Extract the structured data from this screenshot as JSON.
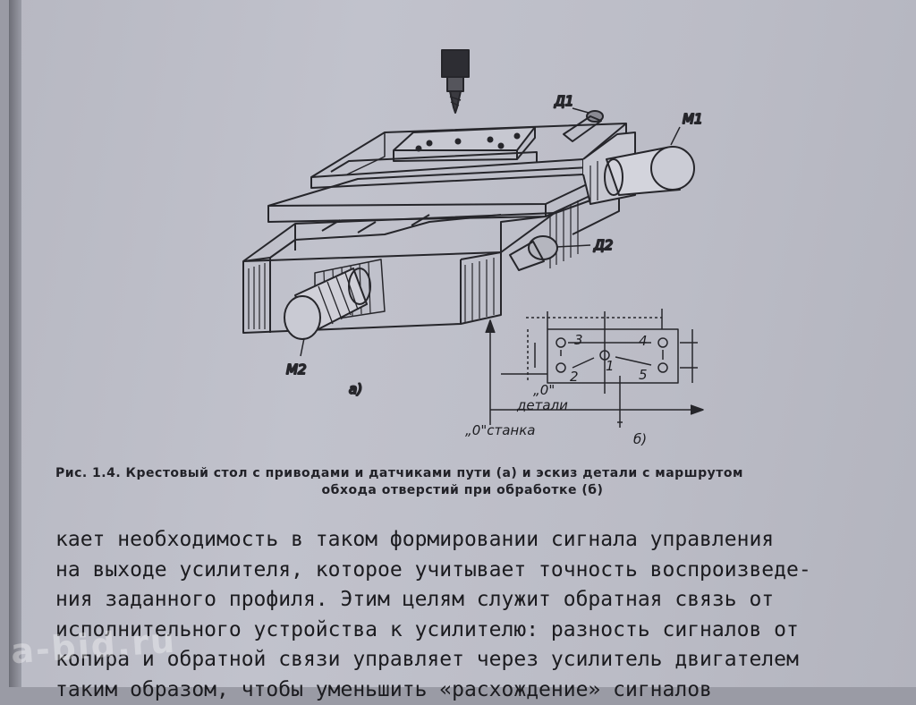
{
  "figure": {
    "labels": {
      "d1": "Д1",
      "m1": "М1",
      "d2": "Д2",
      "m2": "М2",
      "a": "а)",
      "b": "б)",
      "zero_detail_1": "„0\"",
      "zero_detail_2": "детали",
      "zero_machine": "„0\"станка",
      "hole_1": "1",
      "hole_2": "2",
      "hole_3": "3",
      "hole_4": "4",
      "hole_5": "5"
    }
  },
  "caption": {
    "line1": "Рис. 1.4. Крестовый стол с приводами и датчиками пути (а) и эскиз детали с маршрутом",
    "line2": "обхода отверстий при обработке (б)"
  },
  "body_lines": [
    "кает необходимость в таком формировании сигнала управления",
    "на выходе усилителя, которое учитывает точность воспроизведе-",
    "ния заданного профиля. Этим целям служит обратная связь от",
    "исполнительного устройства к усилителю: разность сигналов от",
    "копира и обратной связи управляет через усилитель двигателем",
    "таким образом, чтобы уменьшить «расхождение» сигналов"
  ],
  "watermark": "a-bid.ru",
  "colors": {
    "paper": "#bdbec8",
    "ink": "#1e1e22"
  }
}
